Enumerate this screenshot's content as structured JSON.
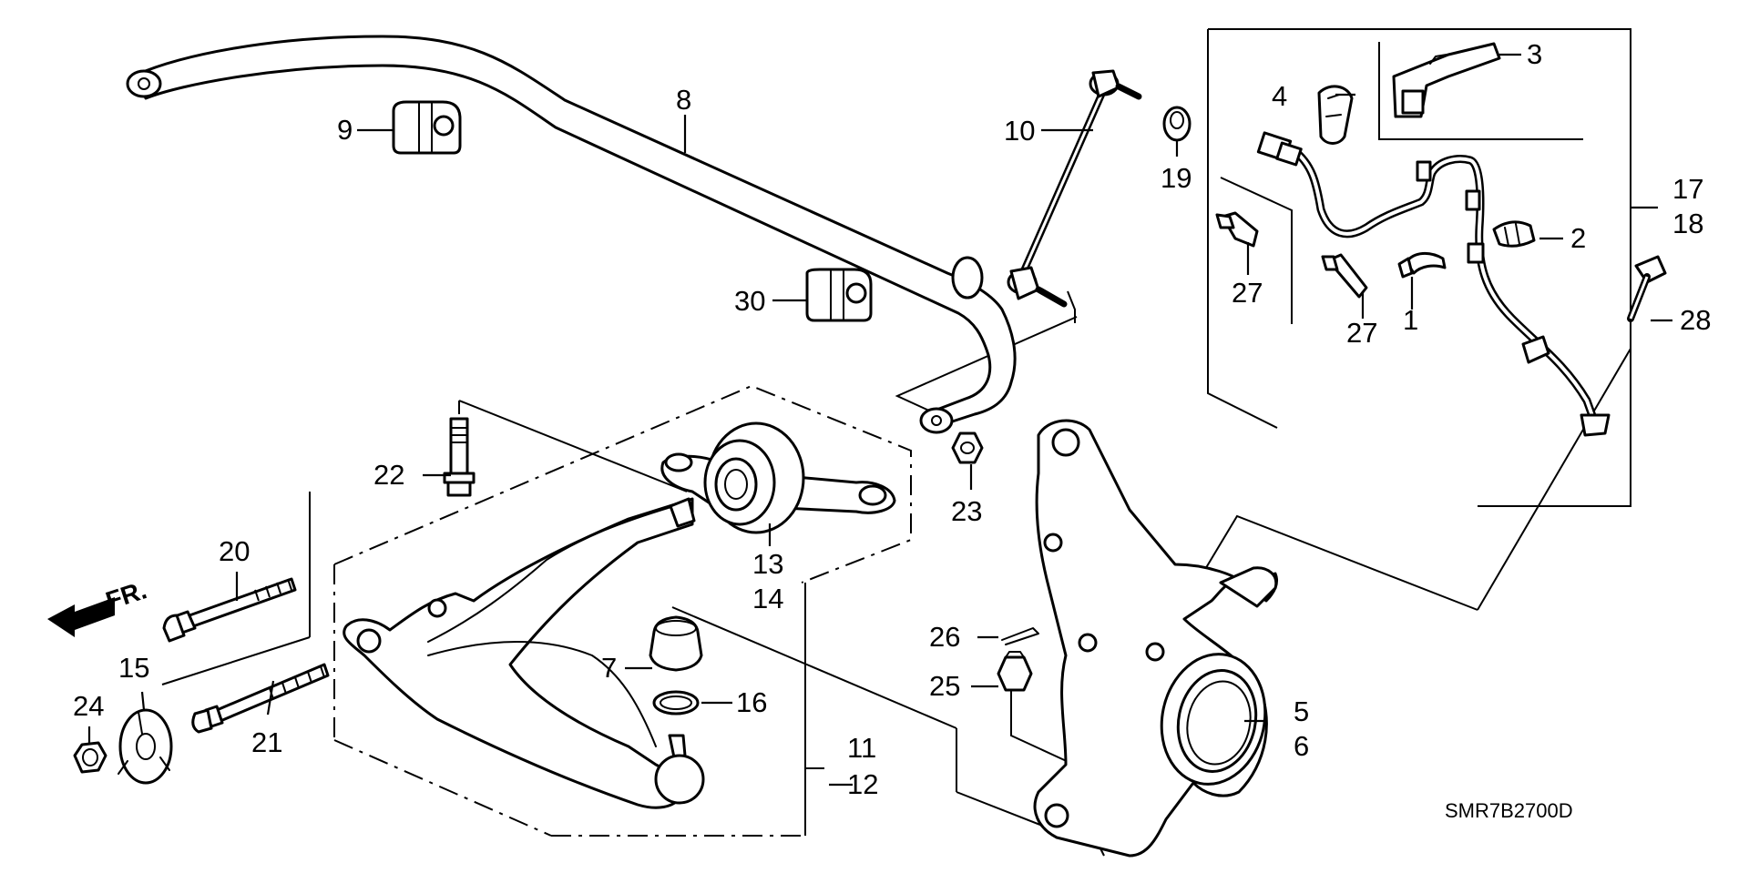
{
  "diagram": {
    "code": "SMR7B2700D",
    "direction_label": "FR.",
    "callouts": {
      "c1": "1",
      "c2": "2",
      "c3": "3",
      "c4": "4",
      "c5": "5",
      "c6": "6",
      "c7": "7",
      "c8": "8",
      "c9": "9",
      "c10": "10",
      "c11": "11",
      "c12": "12",
      "c13": "13",
      "c14": "14",
      "c15": "15",
      "c16": "16",
      "c17": "17",
      "c18": "18",
      "c19": "19",
      "c20": "20",
      "c21": "21",
      "c22": "22",
      "c23": "23",
      "c24": "24",
      "c25": "25",
      "c26": "26",
      "c27a": "27",
      "c27b": "27",
      "c28": "28",
      "c30": "30"
    }
  }
}
